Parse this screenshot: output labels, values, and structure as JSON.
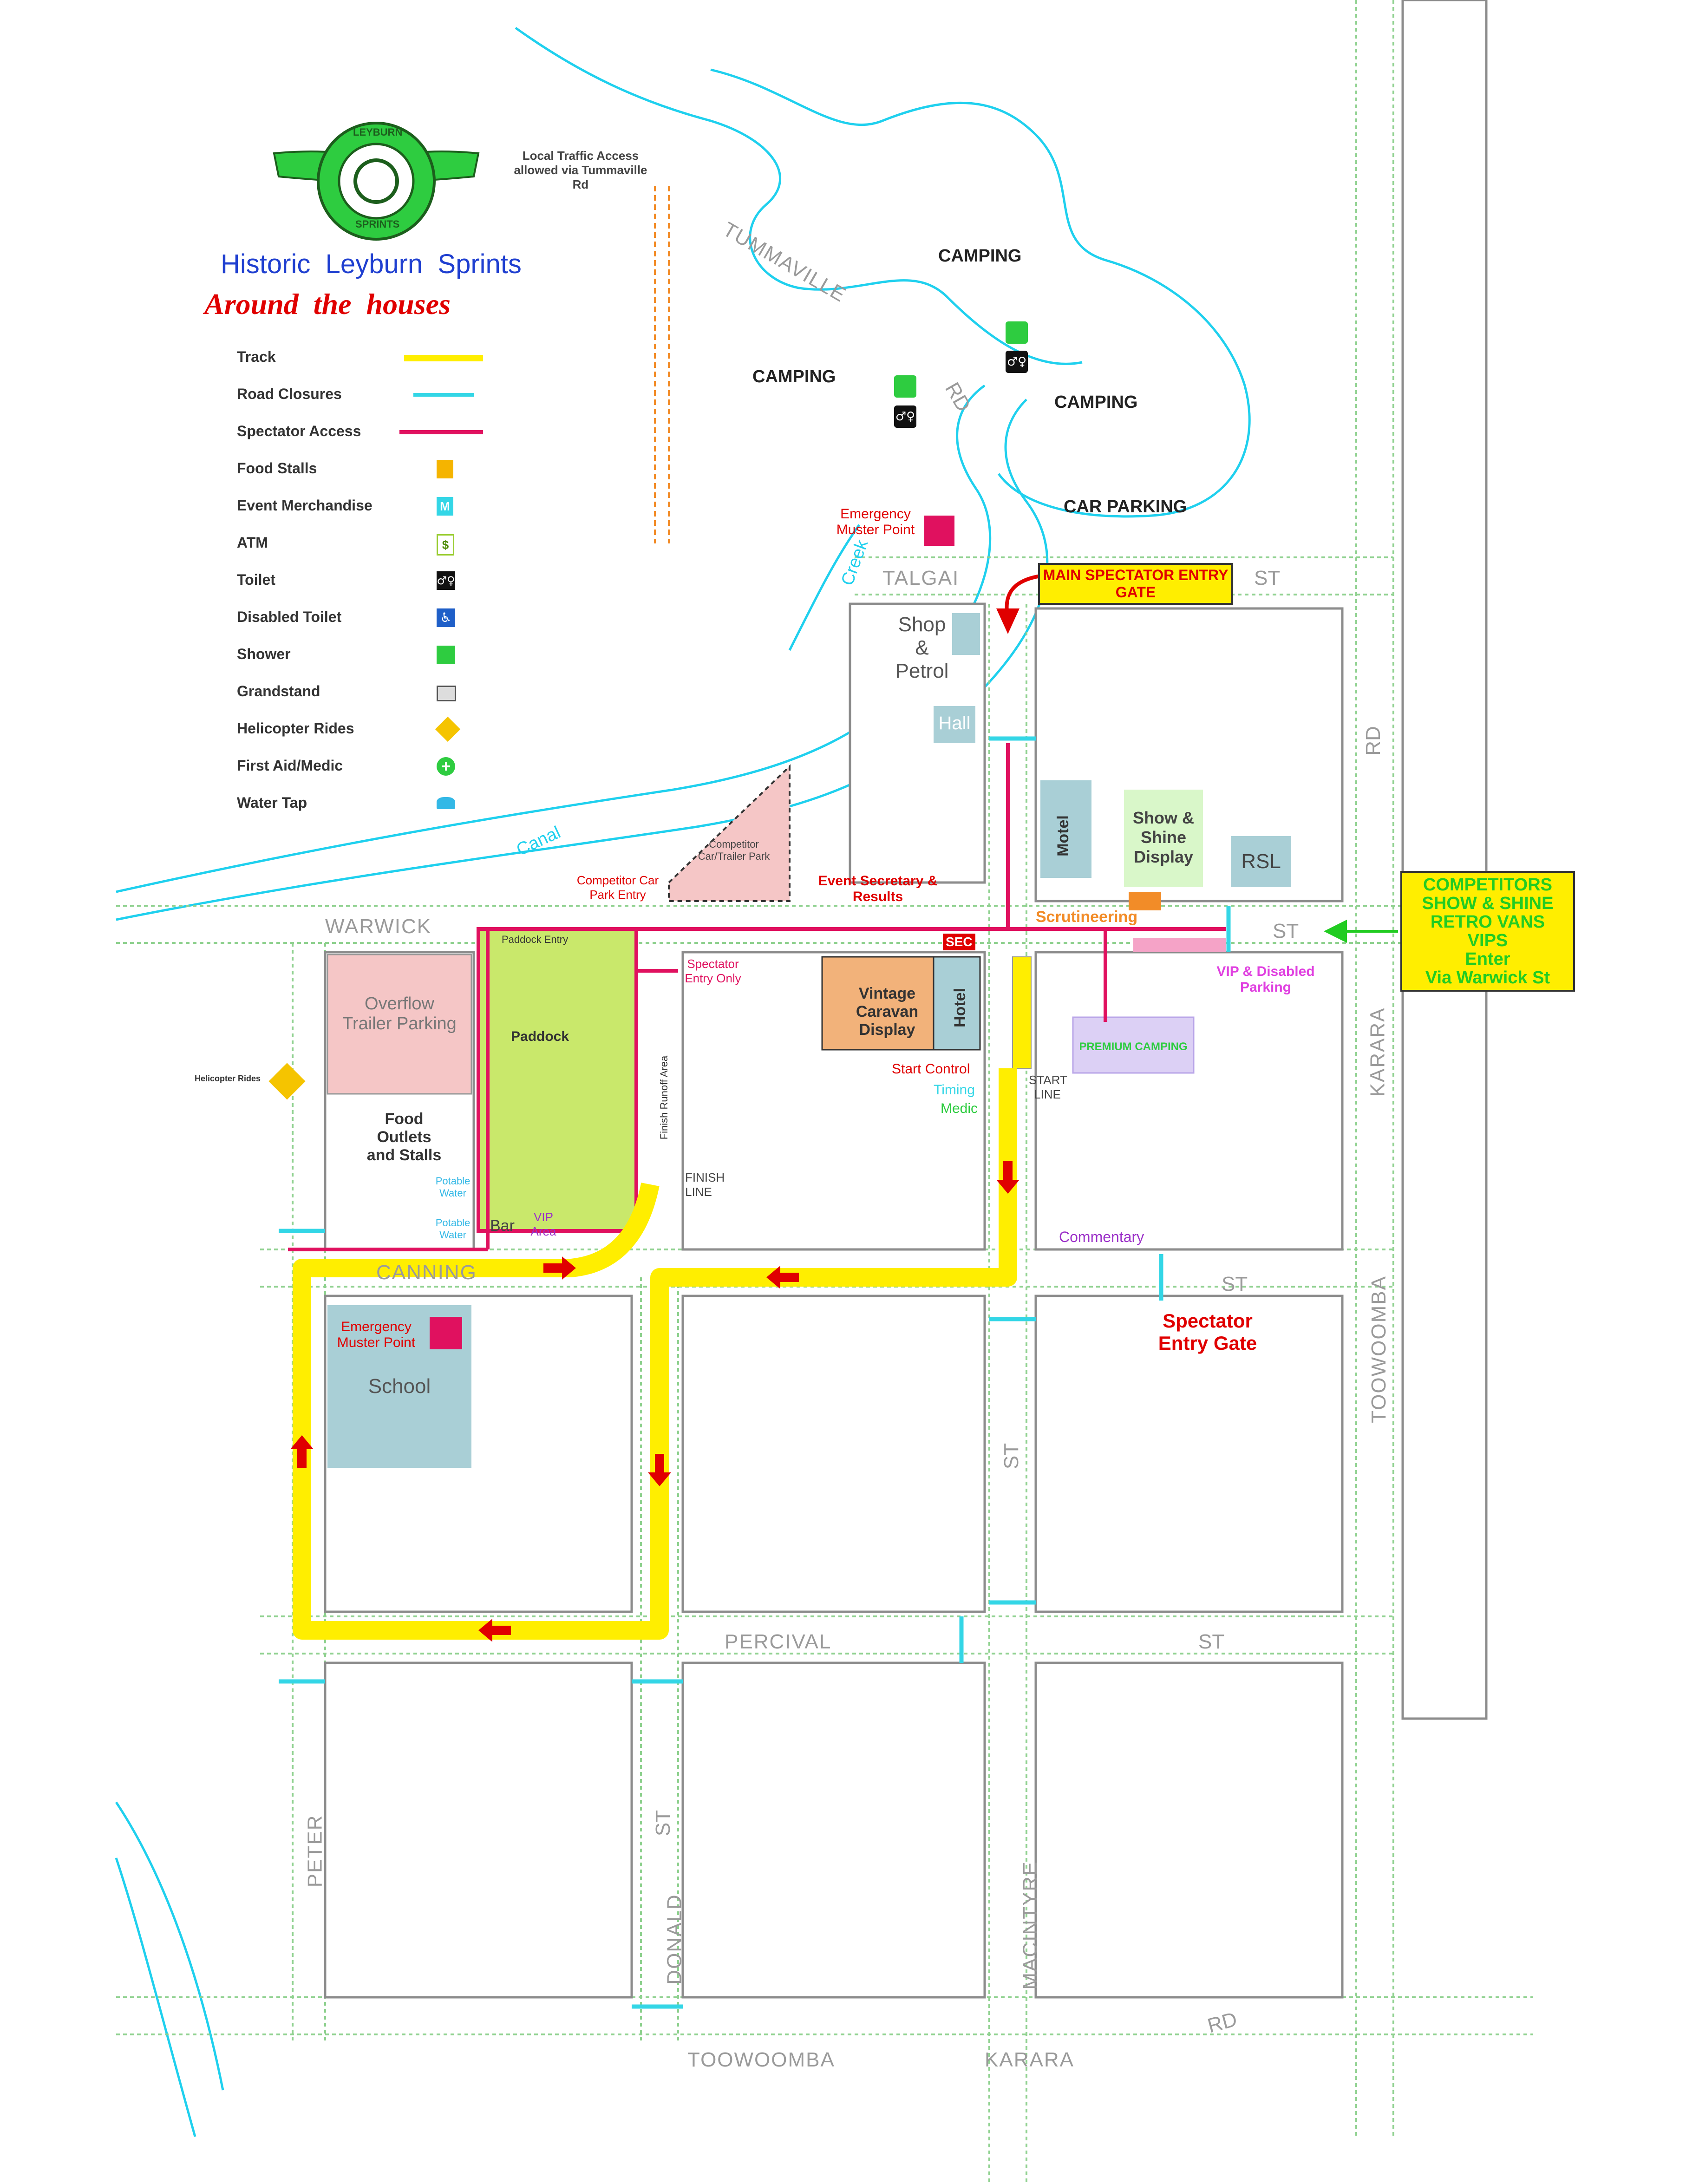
{
  "logo": {
    "ring_top": "LEYBURN",
    "ring_bottom": "SPRINTS",
    "title": "Historic  Leyburn  Sprints",
    "subtitle": "Around  the  houses"
  },
  "legend": [
    {
      "label": "Track",
      "icon": "track-line-icon",
      "color": "#ffee00"
    },
    {
      "label": "Road Closures",
      "icon": "road-closure-line-icon",
      "color": "#33d6e6"
    },
    {
      "label": "Spectator Access",
      "icon": "spectator-access-line-icon",
      "color": "#e0115f"
    },
    {
      "label": "Food Stalls",
      "icon": "food-stall-icon",
      "color": "#f5b400"
    },
    {
      "label": "Event Merchandise",
      "icon": "merchandise-icon",
      "color": "#33d6e6"
    },
    {
      "label": "ATM",
      "icon": "atm-icon",
      "color": "#9acd32"
    },
    {
      "label": "Toilet",
      "icon": "toilet-icon",
      "color": "#111111"
    },
    {
      "label": "Disabled Toilet",
      "icon": "disabled-toilet-icon",
      "color": "#1f5fc8"
    },
    {
      "label": "Shower",
      "icon": "shower-icon",
      "color": "#2ecc40"
    },
    {
      "label": "Grandstand",
      "icon": "grandstand-icon",
      "color": "#888888"
    },
    {
      "label": "Helicopter Rides",
      "icon": "helicopter-icon",
      "color": "#f5c400"
    },
    {
      "label": "First Aid/Medic",
      "icon": "first-aid-icon",
      "color": "#2ecc40"
    },
    {
      "label": "Water Tap",
      "icon": "water-tap-icon",
      "color": "#33b8e6"
    }
  ],
  "notes": {
    "local_traffic": "Local Traffic Access allowed via Tummaville Rd"
  },
  "streets": {
    "tummaville": "TUMMAVILLE",
    "rd": "RD",
    "talgai": "TALGAI",
    "st": "ST",
    "warwick": "WARWICK",
    "canning": "CANNING",
    "percival": "PERCIVAL",
    "peter": "PETER",
    "donald": "DONALD",
    "macintyre": "MACINTYRE",
    "karara": "KARARA",
    "toowoomba": "TOOWOOMBA"
  },
  "waterways": {
    "creek": "Creek",
    "canal": "Canal"
  },
  "areas": {
    "camping": "CAMPING",
    "car_parking": "CAR PARKING",
    "emergency_muster": "Emergency Muster Point",
    "main_gate": "MAIN SPECTATOR ENTRY GATE",
    "shop_petrol": "Shop & Petrol",
    "hall": "Hall",
    "motel": "Motel",
    "show_shine": "Show & Shine Display",
    "rsl": "RSL",
    "competitor_park": "Competitor Car/Trailer Park",
    "competitor_entry": "Competitor Car Park Entry",
    "event_secretary": "Event Secretary & Results",
    "scrutineering": "Scrutineering",
    "overflow_parking": "Overflow Trailer Parking",
    "paddock": "Paddock",
    "paddock_entry": "Paddock Entry",
    "spectator_entry_only": "Spectator Entry Only",
    "vintage_caravan": "Vintage Caravan Display",
    "hotel": "Hotel",
    "start_control": "Start Control",
    "timing": "Timing",
    "medic": "Medic",
    "start_line": "START LINE",
    "finish_line": "FINISH LINE",
    "finish_runoff": "Finish Runoff Area",
    "food_outlets": "Food Outlets and Stalls",
    "potable_water": "Potable Water",
    "bar": "Bar",
    "vip_area": "VIP Area",
    "premium_camping": "PREMIUM CAMPING",
    "vip_disabled": "VIP & Disabled Parking",
    "commentary": "Commentary",
    "spectator_gate": "Spectator Entry Gate",
    "school": "School",
    "sec": "SEC",
    "helicopter_rides": "Helicopter Rides"
  },
  "competitors_box": {
    "line1": "COMPETITORS",
    "line2": "SHOW & SHINE",
    "line3": "RETRO VANS",
    "line4": "VIPS",
    "line5": "Enter",
    "line6": "Via Warwick St"
  },
  "colors": {
    "track": "#ffee00",
    "closure": "#33d6e6",
    "access": "#e0115f",
    "river": "#1fd0ee",
    "road": "#8fd18f",
    "red_label": "#e00000",
    "green_box_text": "#22cc22"
  }
}
